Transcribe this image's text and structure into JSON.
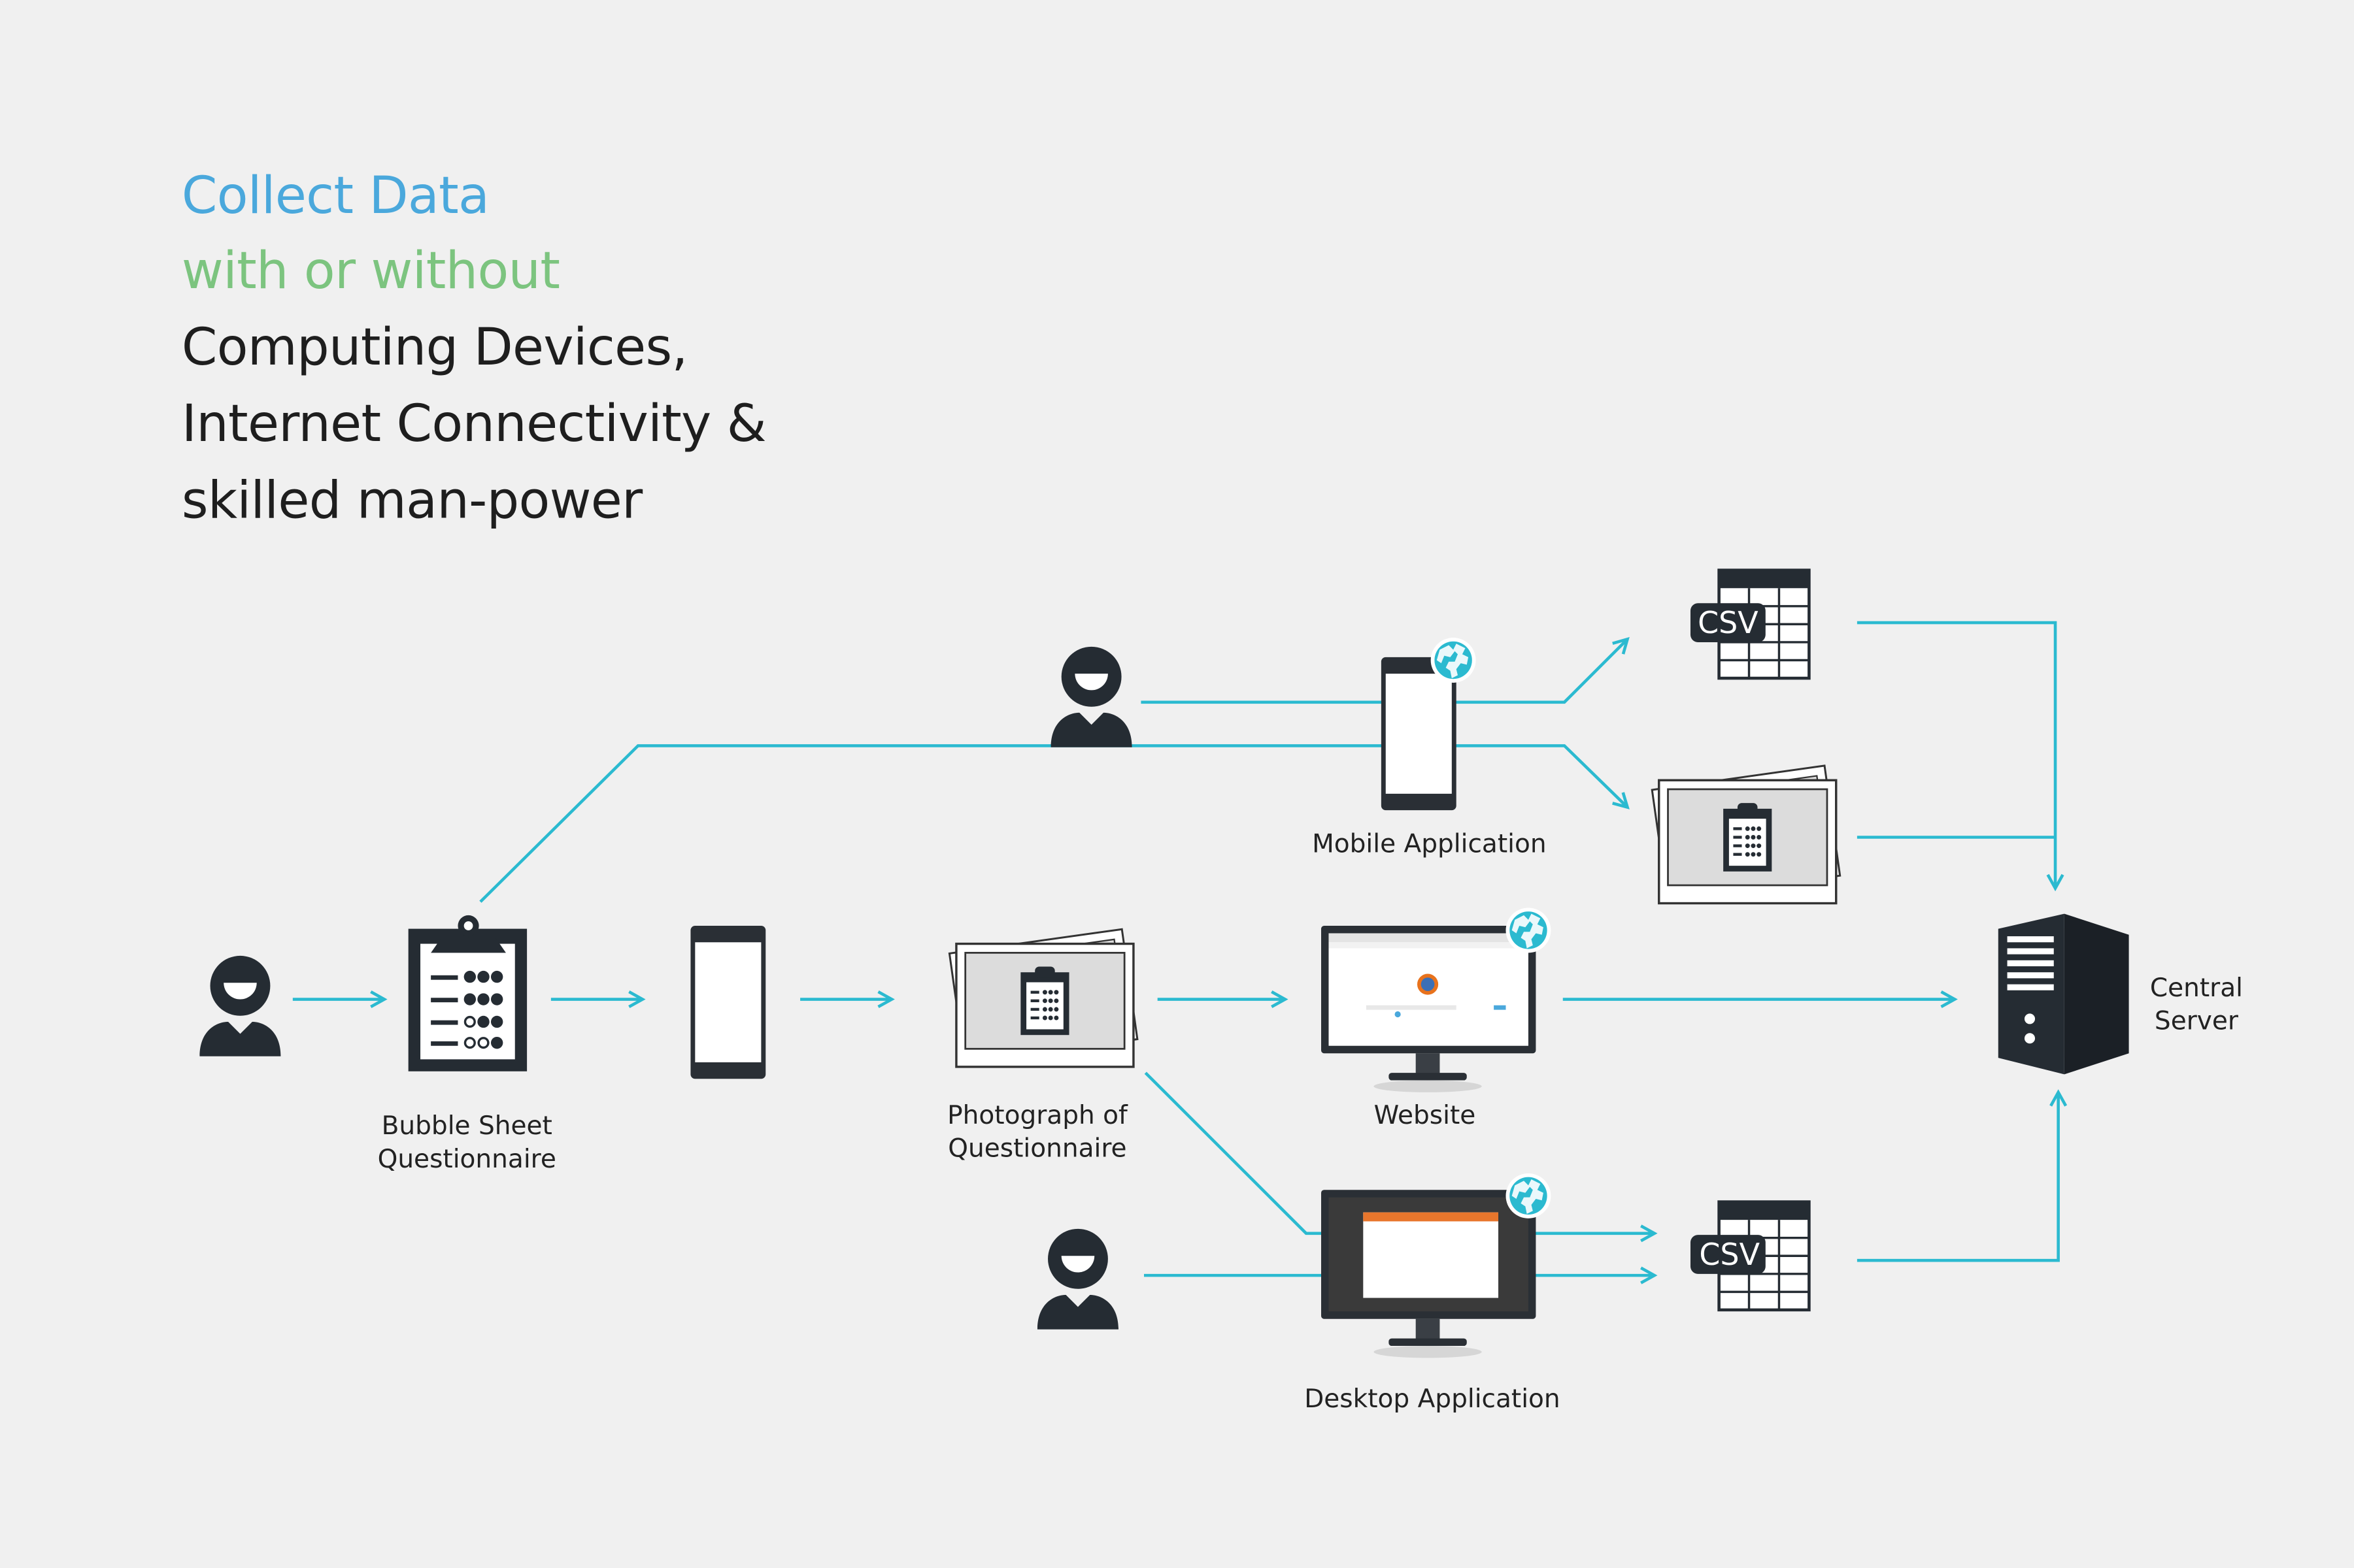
{
  "heading": {
    "line1": "Collect Data",
    "line2": "with or without",
    "line3": "Computing Devices,",
    "line4": "Internet Connectivity &",
    "line5": "skilled man-power"
  },
  "labels": {
    "bubble_sheet_1": "Bubble Sheet",
    "bubble_sheet_2": "Questionnaire",
    "photograph_1": "Photograph of",
    "photograph_2": "Questionnaire",
    "mobile_app": "Mobile Application",
    "website": "Website",
    "desktop_app": "Desktop Application",
    "server_1": "Central",
    "server_2": "Server",
    "csv_top": "CSV",
    "csv_bottom": "CSV"
  },
  "colors": {
    "heading_line1": "#4aa8dc",
    "heading_line2": "#7cc47f",
    "heading_rest": "#1e1e1e",
    "connector": "#2bbad0",
    "icon_dark": "#252c33",
    "globe": "#2bbad0"
  },
  "icons": {
    "person": "person-icon",
    "clipboard": "clipboard-icon",
    "phone": "smartphone-icon",
    "photos": "photo-stack-icon",
    "monitor": "monitor-icon",
    "globe": "globe-icon",
    "spreadsheet": "csv-spreadsheet-icon",
    "server": "server-icon"
  }
}
